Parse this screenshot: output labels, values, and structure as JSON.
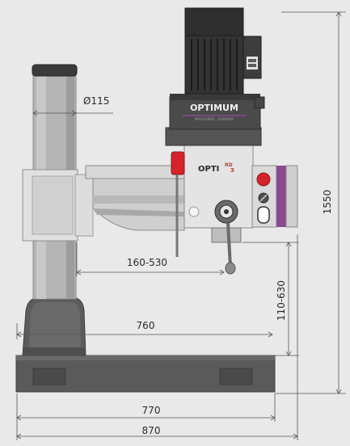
{
  "brand": {
    "head_label": "OPTIMUM",
    "head_sublabel": "MASCHINEN · GERMANY",
    "plate_opti": "OPTI",
    "plate_model": "RD",
    "plate_num": "3",
    "colors": {
      "background": "#e9e9e9",
      "machine_body": "#d7d7d7",
      "dark_grey": "#555555",
      "motor": "#3a3a3a",
      "stop_button": "#d6232a",
      "accent_purple": "#8c4a8f"
    }
  },
  "dimensions": {
    "column_diameter": "Ø115",
    "spindle_reach": "160-530",
    "spindle_to_table": "110-630",
    "base_inner": "760",
    "base_length": "770",
    "overall_length": "870",
    "overall_height": "1550"
  }
}
